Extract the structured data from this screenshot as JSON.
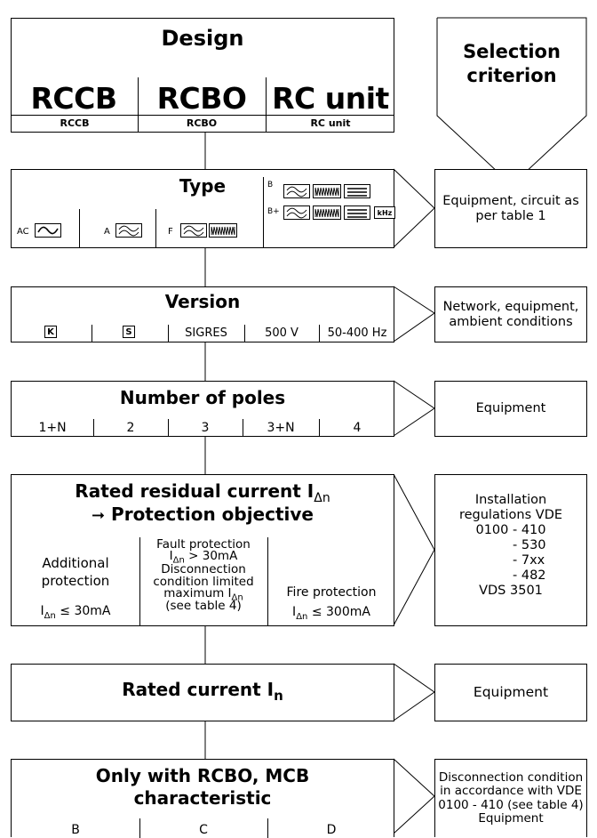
{
  "design": {
    "title": "Design",
    "big_labels": [
      "RCCB",
      "RCBO",
      "RC unit"
    ],
    "small_labels": [
      "RCCB",
      "RCBO",
      "RC unit"
    ]
  },
  "selection_criterion": "Selection criterion",
  "type": {
    "title": "Type",
    "labels": {
      "ac": "AC",
      "a": "A",
      "f": "F",
      "b": "B",
      "bplus": "B+",
      "khz": "kHz"
    },
    "criterion": "Equipment, circuit as per table 1"
  },
  "version": {
    "title": "Version",
    "items": [
      "K",
      "S",
      "SIGRES",
      "500 V",
      "50-400 Hz"
    ],
    "criterion": "Network, equipment, ambient conditions"
  },
  "poles": {
    "title": "Number of poles",
    "items": [
      "1+N",
      "2",
      "3",
      "3+N",
      "4"
    ],
    "criterion": "Equipment"
  },
  "residual": {
    "title_main": "Rated residual current I",
    "title_sub": "Δn",
    "arrow": "➞",
    "objective": "Protection objective",
    "col1": {
      "line1": "Additional",
      "line2": "protection",
      "val_prefix": "I",
      "val_sub": "Δn",
      "val_suffix": " ≤ 30mA"
    },
    "col2": {
      "line1": "Fault protection",
      "val_prefix": "I",
      "val_sub": "Δn",
      "val_suffix": " > 30mA",
      "line3": "Disconnection",
      "line4": "condition limited",
      "line5": "maximum  I",
      "line5_sub": "Δn",
      "line6": "(see table 4)"
    },
    "col3": {
      "line1": "Fire protection",
      "val_prefix": "I",
      "val_sub": "Δn",
      "val_suffix": " ≤ 300mA"
    },
    "criterion_lines": [
      "Installation",
      "regulations VDE",
      "0100 - 410",
      "- 530",
      "- 7xx",
      "- 482",
      "VDS 3501"
    ]
  },
  "rated_current": {
    "title_main": "Rated current I",
    "title_sub": "n",
    "criterion": "Equipment"
  },
  "mcb": {
    "title_line1": "Only with RCBO, MCB",
    "title_line2": "characteristic",
    "items": [
      "B",
      "C",
      "D"
    ],
    "criterion": "Disconnection condition in accordance with VDE 0100 - 410 (see table 4) Equipment"
  }
}
